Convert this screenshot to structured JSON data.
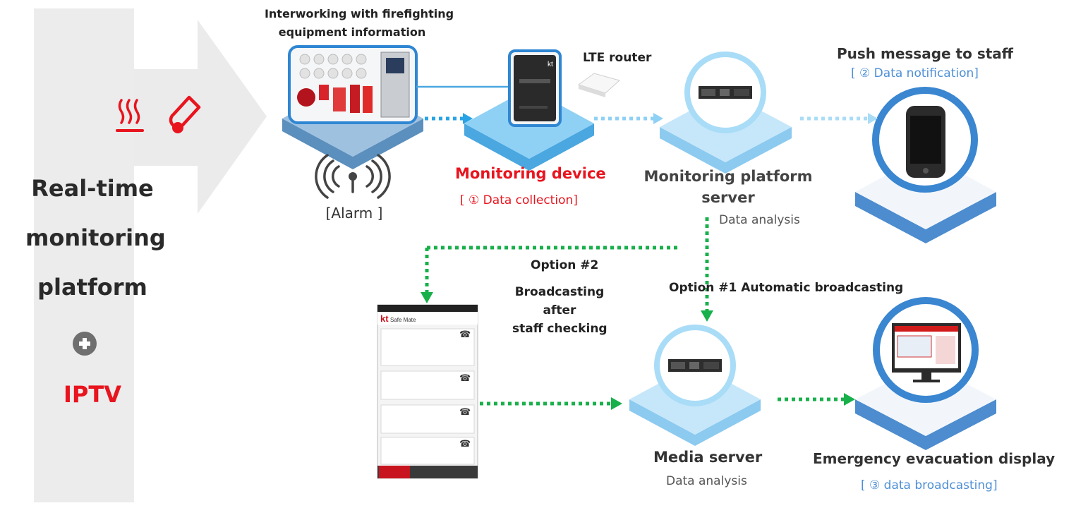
{
  "left_panel": {
    "line1": "Real-time",
    "line2": "monitoring",
    "line3": "platform",
    "iptv": "IPTV"
  },
  "equipment": {
    "label": "Interworking with firefighting equipment information",
    "line1": "Interworking with firefighting",
    "line2": "equipment information",
    "alarm": "[Alarm ]"
  },
  "device": {
    "kt_logo": "kt",
    "lte_router": "LTE router",
    "name": "Monitoring device",
    "step": "[ ① Data collection]"
  },
  "platform_server": {
    "name_line1": "Monitoring platform",
    "name_line2": "server",
    "note": "Data analysis"
  },
  "push": {
    "title": "Push message to staff",
    "step": "[ ② Data notification]"
  },
  "options": {
    "option2": "Option #2",
    "option2_desc1": "Broadcasting",
    "option2_desc2": "after",
    "option2_desc3": "staff checking",
    "option1": "Option #1  Automatic broadcasting"
  },
  "phone_app": {
    "brand": "kt",
    "app_name": "Safe Mate"
  },
  "media_server": {
    "name": "Media server",
    "note": "Data analysis"
  },
  "display": {
    "name": "Emergency evacuation display",
    "step": "[ ③ data broadcasting]"
  },
  "colors": {
    "accent_red": "#e8141e",
    "accent_blue": "#4d8fd6",
    "arrow_blue": "#29a3e6",
    "arrow_green": "#18b04a"
  }
}
